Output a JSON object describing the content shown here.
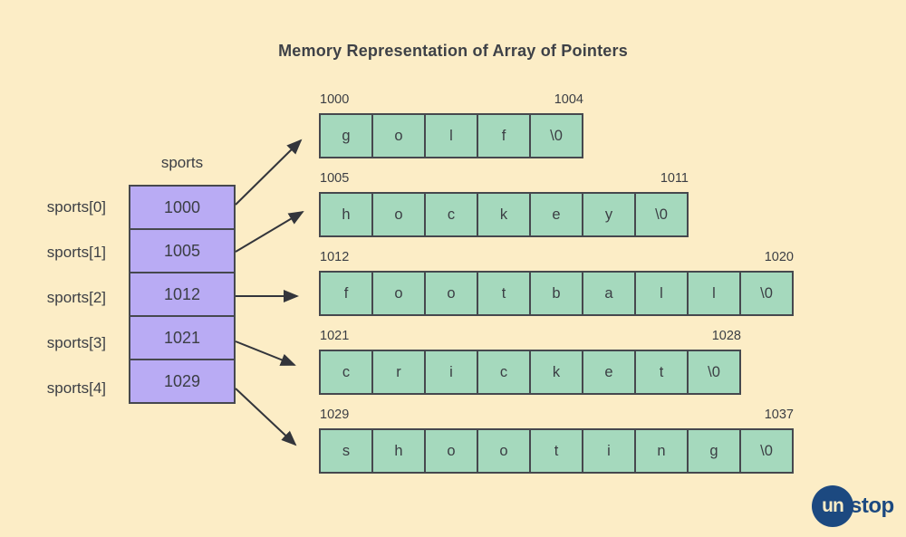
{
  "title": "Memory Representation of Array of Pointers",
  "pointer_array": {
    "name": "sports",
    "rows": [
      {
        "label": "sports[0]",
        "value": "1000"
      },
      {
        "label": "sports[1]",
        "value": "1005"
      },
      {
        "label": "sports[2]",
        "value": "1012"
      },
      {
        "label": "sports[3]",
        "value": "1021"
      },
      {
        "label": "sports[4]",
        "value": "1029"
      }
    ]
  },
  "string_arrays": [
    {
      "word": "golf",
      "start": "1000",
      "end": "1004",
      "cells": [
        "g",
        "o",
        "l",
        "f",
        "\\0"
      ]
    },
    {
      "word": "hockey",
      "start": "1005",
      "end": "1011",
      "cells": [
        "h",
        "o",
        "c",
        "k",
        "e",
        "y",
        "\\0"
      ]
    },
    {
      "word": "football",
      "start": "1012",
      "end": "1020",
      "cells": [
        "f",
        "o",
        "o",
        "t",
        "b",
        "a",
        "l",
        "l",
        "\\0"
      ]
    },
    {
      "word": "cricket",
      "start": "1021",
      "end": "1028",
      "cells": [
        "c",
        "r",
        "i",
        "c",
        "k",
        "e",
        "t",
        "\\0"
      ]
    },
    {
      "word": "shooting",
      "start": "1029",
      "end": "1037",
      "cells": [
        "s",
        "h",
        "o",
        "o",
        "t",
        "i",
        "n",
        "g",
        "\\0"
      ]
    }
  ],
  "logo": {
    "circle_text": "un",
    "rest_text": "stop"
  },
  "colors": {
    "background": "#FCEDC6",
    "pointer_cell": "#B9ABF4",
    "char_cell": "#A5D9BD",
    "border": "#46484E",
    "text": "#3B3E44",
    "arrow": "#33353B",
    "logo_navy": "#1C4980"
  }
}
